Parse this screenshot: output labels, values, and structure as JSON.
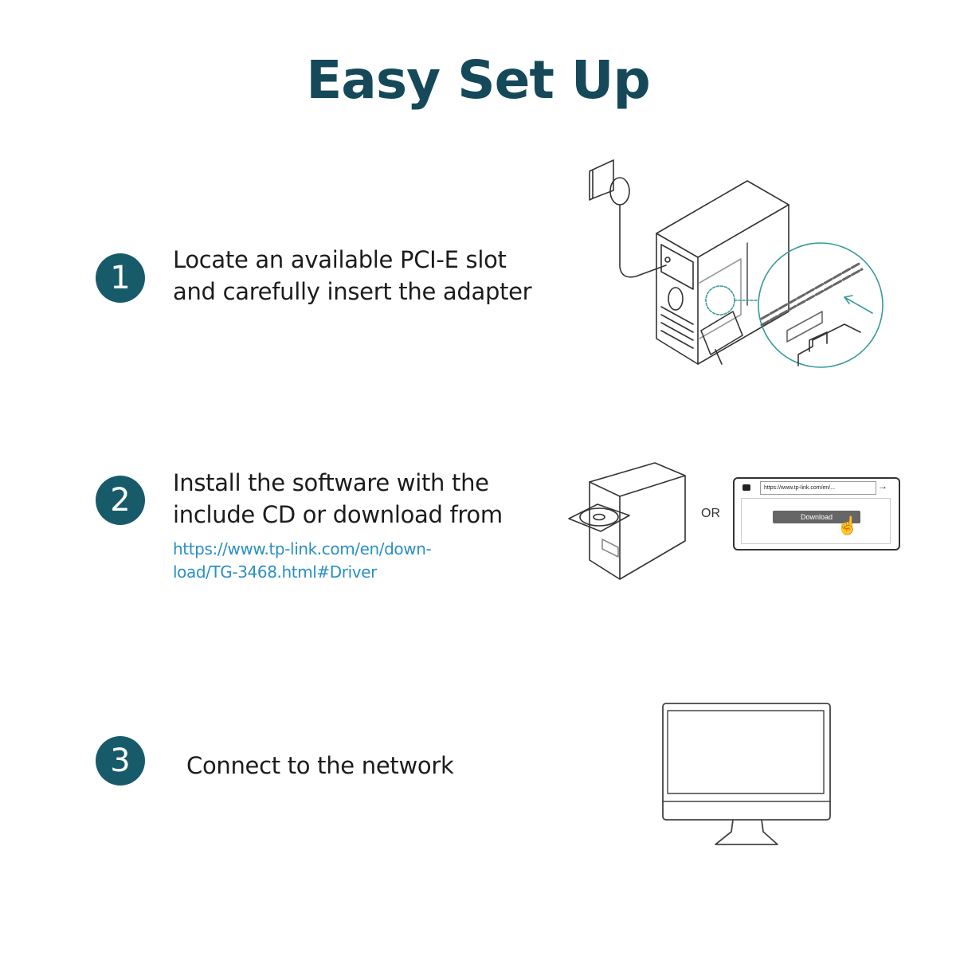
{
  "title": "Easy Set Up",
  "steps": [
    {
      "number": "1",
      "lines": [
        "Locate an available PCI-E slot",
        "and carefully insert the adapter"
      ],
      "illustration": "pc-tower-pcie-insert-illustration"
    },
    {
      "number": "2",
      "lines": [
        "Install the software with the",
        "include CD or download from"
      ],
      "link_lines": [
        "https://www.tp-link.com/en/down-",
        "load/TG-3468.html#Driver"
      ],
      "illustration": "cd-or-download-illustration",
      "or_label": "OR",
      "browser": {
        "url": "https://www.tp-link.com/en/...",
        "button_label": "Download"
      }
    },
    {
      "number": "3",
      "lines": [
        "Connect to the network"
      ],
      "illustration": "monitor-illustration"
    }
  ],
  "colors": {
    "title": "#15495a",
    "badge": "#175b6b",
    "link": "#2a8fc4",
    "accent_circle": "#3a9a9a"
  }
}
